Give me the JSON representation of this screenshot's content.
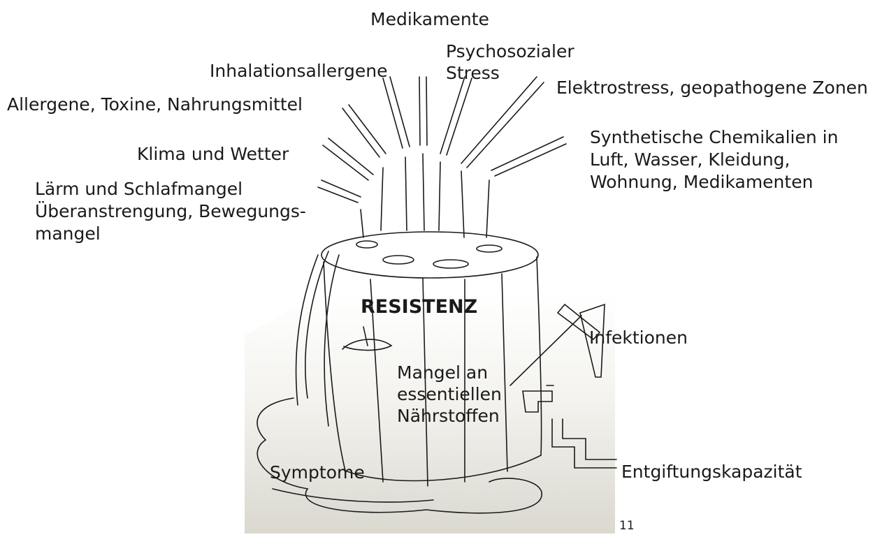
{
  "labels": {
    "medikamente": "Medikamente",
    "psychosozial_1": "Psychosozialer",
    "psychosozial_2": "Stress",
    "inhalation": "Inhalationsallergene",
    "elektro": "Elektrostress, geopathogene Zonen",
    "allergene": "Allergene, Toxine, Nahrungsmittel",
    "synth_1": "Synthetische Chemikalien in",
    "synth_2": "Luft, Wasser, Kleidung,",
    "synth_3": "Wohnung, Medikamenten",
    "klima": "Klima und Wetter",
    "laerm_1": "Lärm und Schlafmangel",
    "laerm_2": "Überanstrengung, Bewegungs-",
    "laerm_3": "mangel",
    "resistenz": "RESISTENZ",
    "infektionen": "Infektionen",
    "mangel_1": "Mangel an",
    "mangel_2": "essentiellen",
    "mangel_3": "Nährstoffen",
    "symptome": "Symptome",
    "entgiftung": "Entgiftungskapazität",
    "page_number": "11"
  },
  "colors": {
    "ink": "#1a1a1a",
    "paper": "#e7e5dc",
    "paper_shadow": "#d2d0c6"
  }
}
